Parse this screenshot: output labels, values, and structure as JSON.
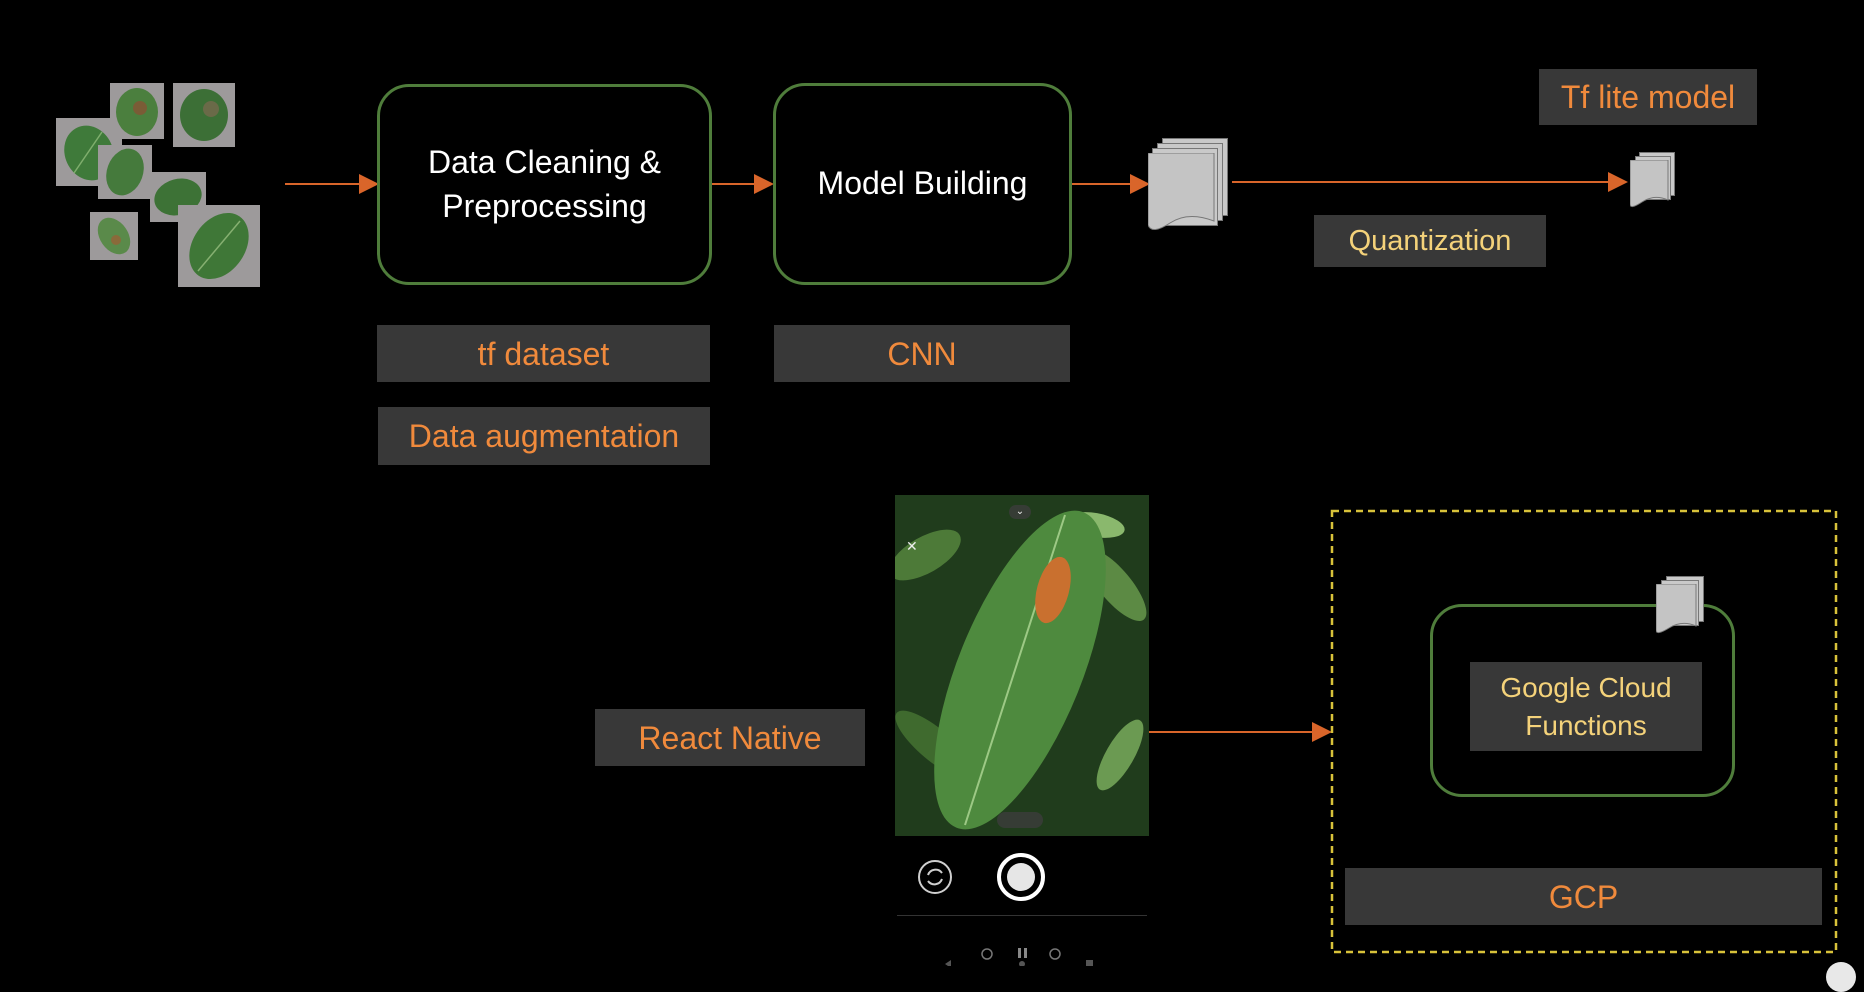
{
  "steps": {
    "cleaning": "Data Cleaning & Preprocessing",
    "model": "Model Building"
  },
  "labels": {
    "tf_dataset": "tf dataset",
    "augmentation": "Data augmentation",
    "cnn": "CNN",
    "quantization": "Quantization",
    "tflite": "Tf lite model",
    "react_native": "React Native",
    "gcf": "Google Cloud Functions",
    "gcp": "GCP"
  },
  "colors": {
    "background": "#000000",
    "box_border": "#4f7d3b",
    "label_bg": "#383838",
    "orange_text": "#f08a3c",
    "yellow_text": "#f4d27a",
    "arrow": "#d9652a",
    "gcp_dashed_border": "#d8c23a"
  },
  "icons": {
    "leaf_images": "leaf-image",
    "document_stack": "document-stack-icon",
    "camera_flip": "camera-flip-icon",
    "shutter": "shutter-button-icon"
  }
}
